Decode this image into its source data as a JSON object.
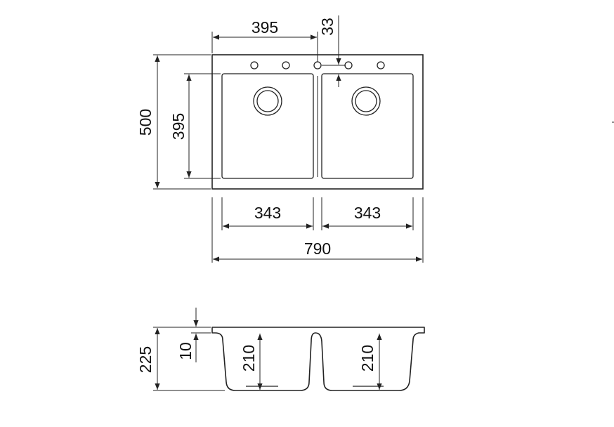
{
  "dimensions": {
    "top_hole_offset": "395",
    "hole_spacing": "33",
    "overall_depth": "500",
    "bowl_depth": "395",
    "left_bowl_width": "343",
    "right_bowl_width": "343",
    "overall_width": "790",
    "overall_height": "225",
    "rim_thickness": "10",
    "left_bowl_height": "210",
    "right_bowl_height": "210"
  }
}
